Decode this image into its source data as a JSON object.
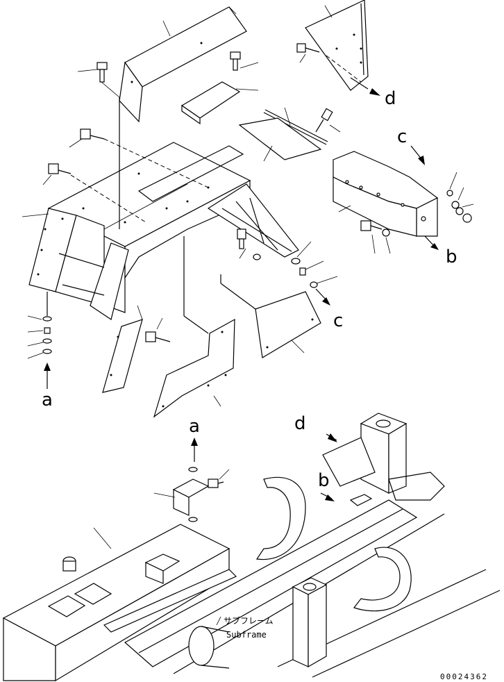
{
  "labels": {
    "a_top": "a",
    "a_bottom": "a",
    "b_right": "b",
    "b_frame": "b",
    "c_upper": "c",
    "c_lower": "c",
    "d_upper": "d",
    "d_frame": "d"
  },
  "subframe": {
    "japanese": "サブフレーム",
    "english": "Subframe"
  },
  "drawing_number": "00024362"
}
